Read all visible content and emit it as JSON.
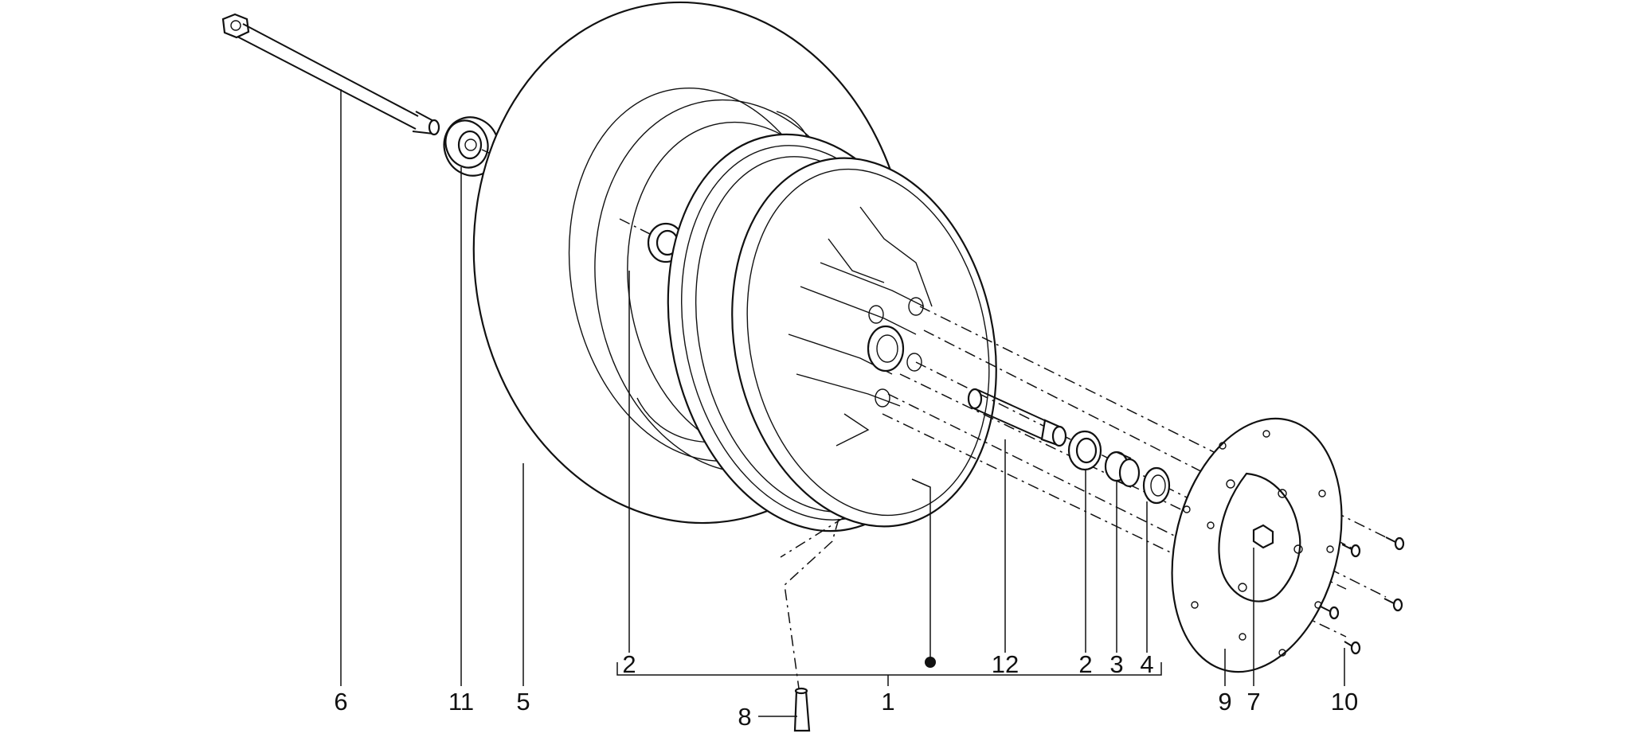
{
  "diagram": {
    "type": "exploded-parts-view",
    "callouts": [
      {
        "id": "6",
        "label": "6"
      },
      {
        "id": "11",
        "label": "11"
      },
      {
        "id": "5",
        "label": "5"
      },
      {
        "id": "8",
        "label": "8"
      },
      {
        "id": "2a",
        "label": "2"
      },
      {
        "id": "12",
        "label": "12"
      },
      {
        "id": "2b",
        "label": "2"
      },
      {
        "id": "3",
        "label": "3"
      },
      {
        "id": "4",
        "label": "4"
      },
      {
        "id": "1",
        "label": "1"
      },
      {
        "id": "9",
        "label": "9"
      },
      {
        "id": "7",
        "label": "7"
      },
      {
        "id": "10",
        "label": "10"
      }
    ]
  }
}
